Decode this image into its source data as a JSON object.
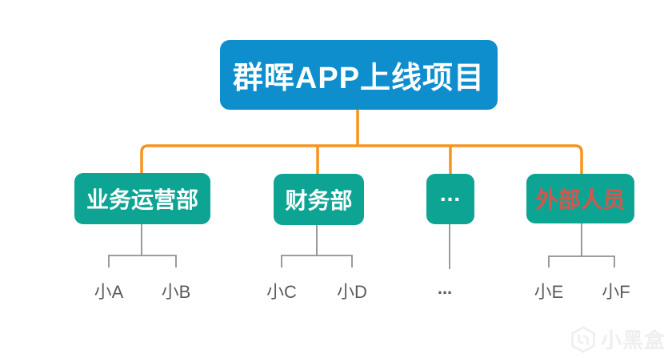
{
  "diagram": {
    "root": {
      "label": "群晖APP上线项目"
    },
    "departments": [
      {
        "label": "业务运营部",
        "members": [
          "小A",
          "小B"
        ]
      },
      {
        "label": "财务部",
        "members": [
          "小C",
          "小D"
        ]
      },
      {
        "label": "...",
        "members": [
          "..."
        ]
      },
      {
        "label": "外部人员",
        "members": [
          "小E",
          "小F"
        ]
      }
    ],
    "colors": {
      "root_box_fill": "#0f8ecd",
      "dept_box_fill": "#0ea493",
      "box_text": "#ffffff",
      "external_dept_text": "#d9544b",
      "level1_connector": "#f8941d",
      "level2_connector": "#909090",
      "member_text": "#5b5b5b"
    },
    "watermark": {
      "icon": "hexagon-box-logo",
      "text": "小黑盒",
      "color": "#efefef"
    }
  }
}
